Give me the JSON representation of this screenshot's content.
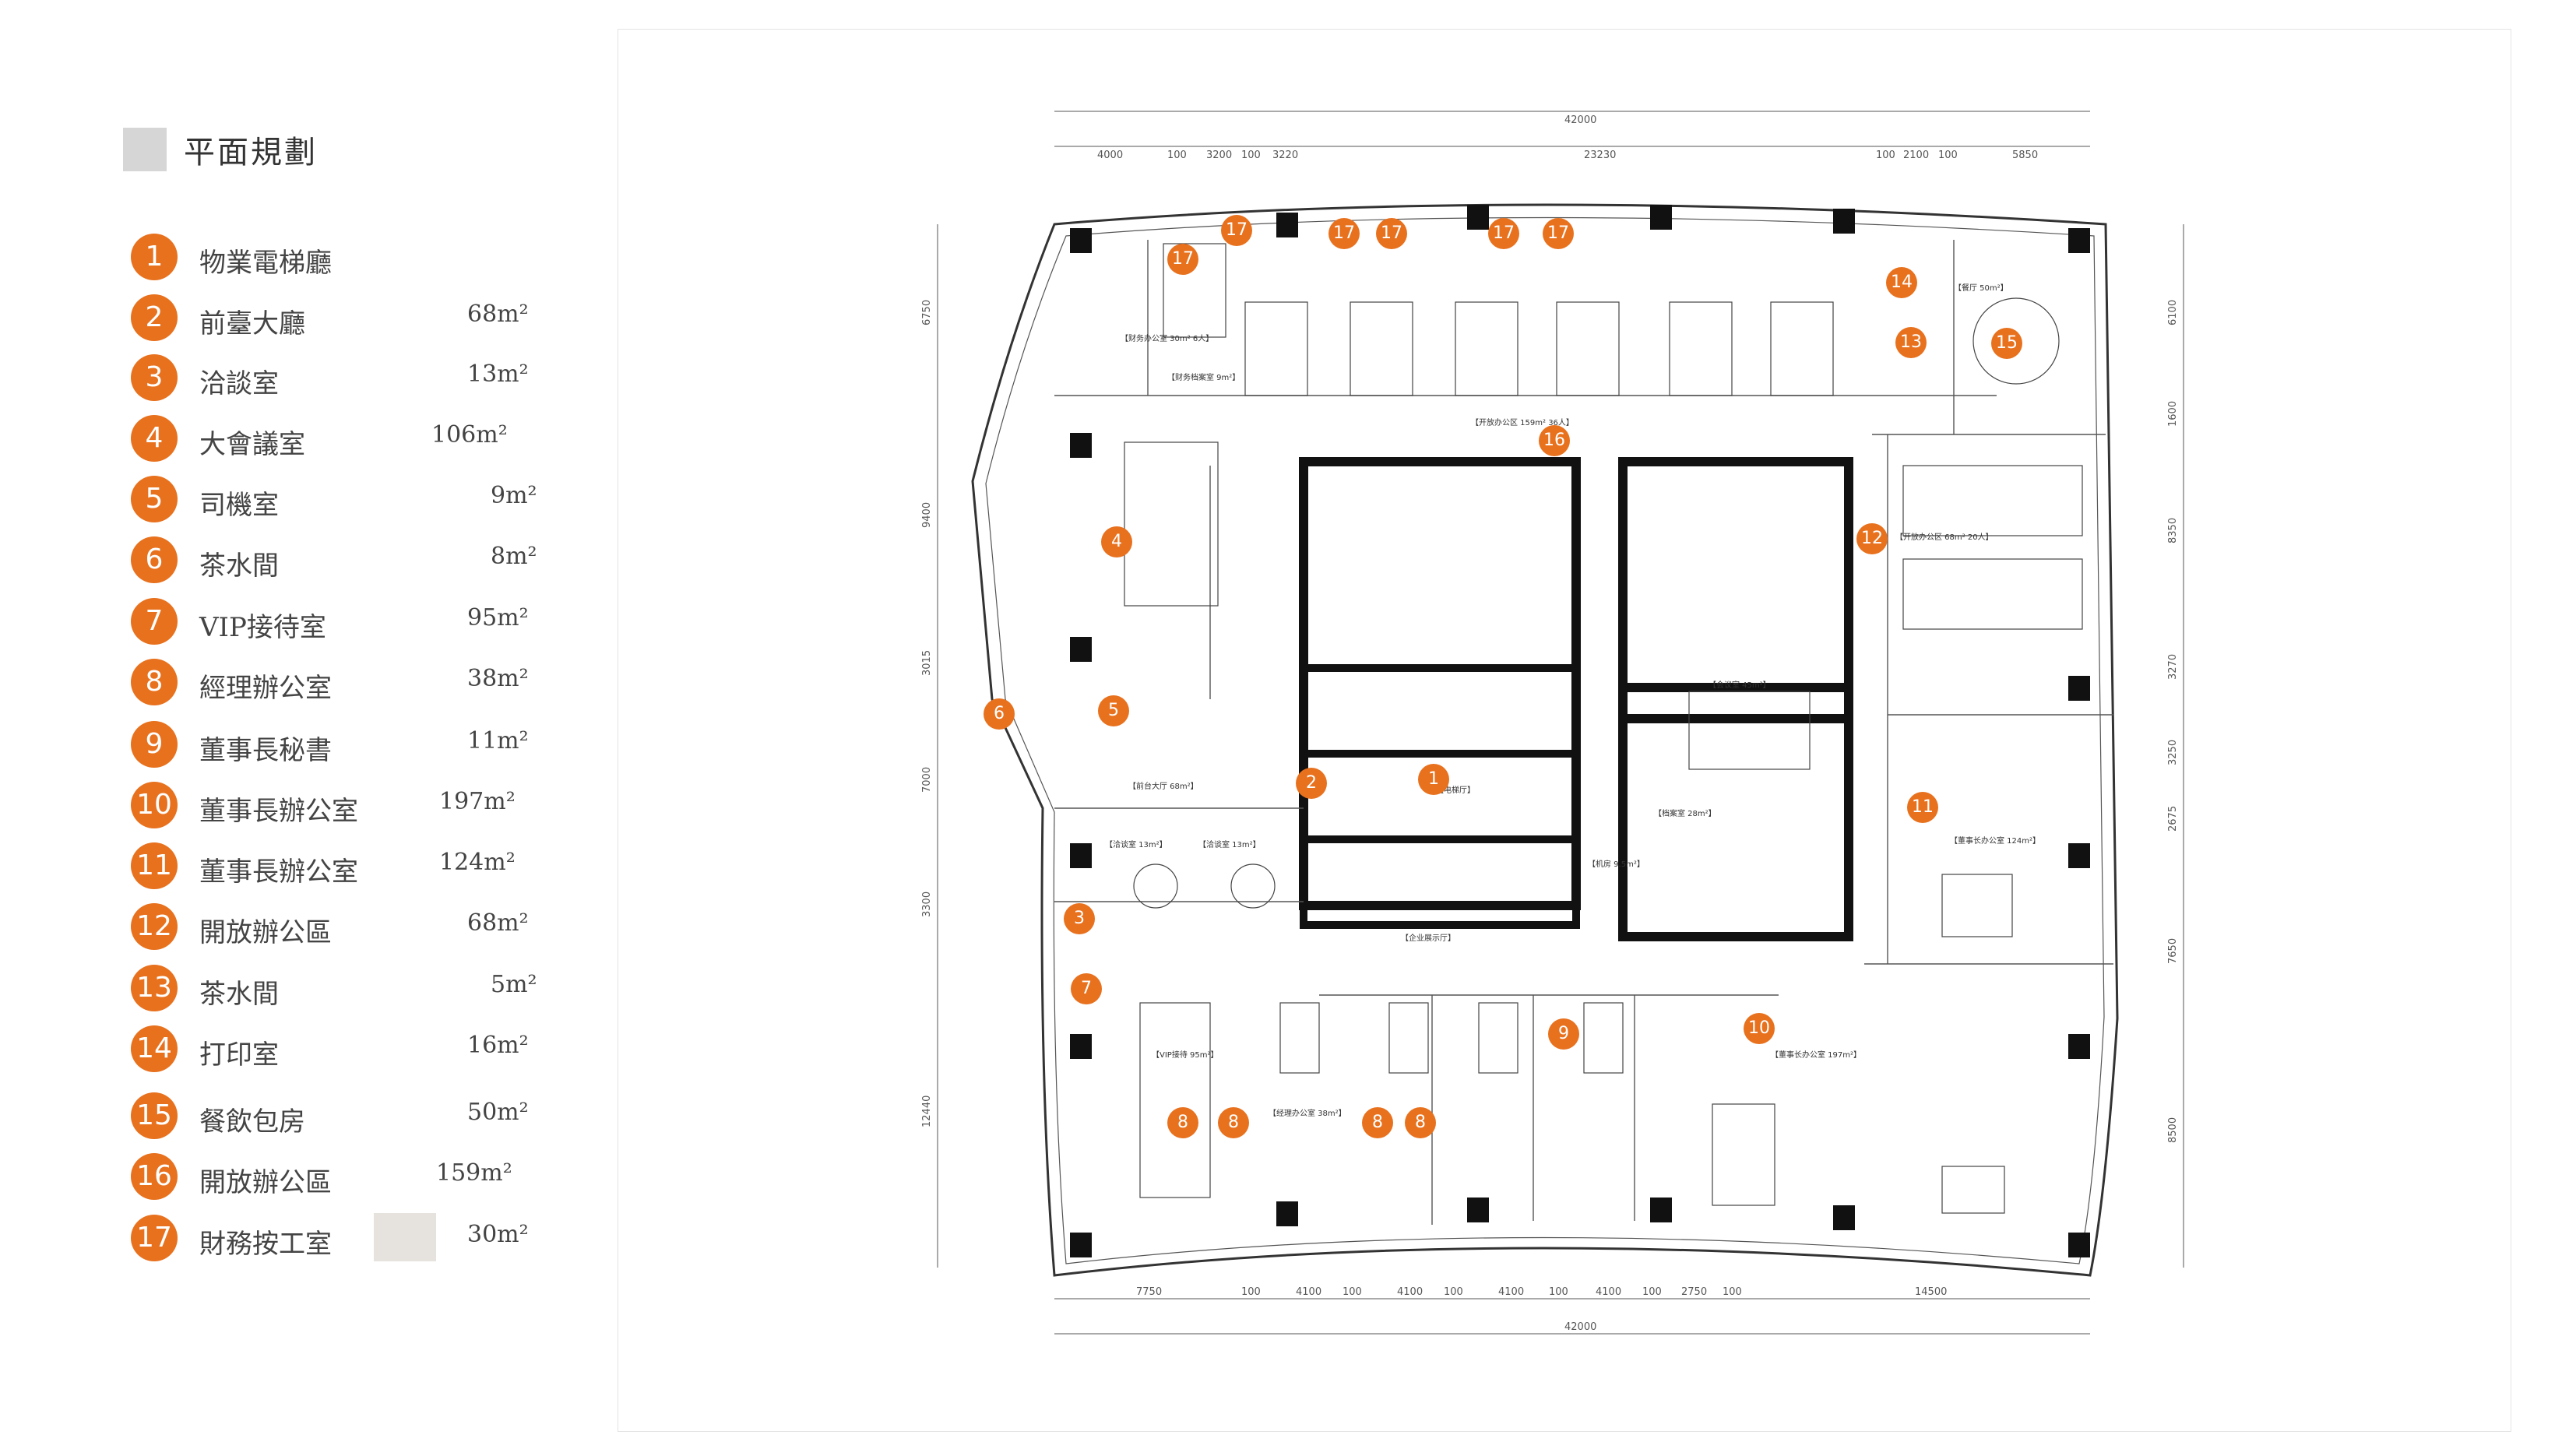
{
  "legend": {
    "title": "平面規劃",
    "items": [
      {
        "num": "1",
        "name": "物業電梯廳",
        "area": ""
      },
      {
        "num": "2",
        "name": "前臺大廳",
        "area": "68m²"
      },
      {
        "num": "3",
        "name": "洽談室",
        "area": "13m²"
      },
      {
        "num": "4",
        "name": "大會議室",
        "area": "106m²"
      },
      {
        "num": "5",
        "name": "司機室",
        "area": "9m²"
      },
      {
        "num": "6",
        "name": "茶水間",
        "area": "8m²"
      },
      {
        "num": "7",
        "name": "VIP接待室",
        "area": "95m²"
      },
      {
        "num": "8",
        "name": "經理辦公室",
        "area": "38m²"
      },
      {
        "num": "9",
        "name": "董事長秘書",
        "area": "11m²"
      },
      {
        "num": "10",
        "name": "董事長辦公室",
        "area": "197m²"
      },
      {
        "num": "11",
        "name": "董事長辦公室",
        "area": "124m²"
      },
      {
        "num": "12",
        "name": "開放辦公區",
        "area": "68m²"
      },
      {
        "num": "13",
        "name": "茶水間",
        "area": "5m²"
      },
      {
        "num": "14",
        "name": "打印室",
        "area": "16m²"
      },
      {
        "num": "15",
        "name": "餐飲包房",
        "area": "50m²"
      },
      {
        "num": "16",
        "name": "開放辦公區",
        "area": "159m²"
      },
      {
        "num": "17",
        "name": "財務按工室",
        "area": "30m²"
      }
    ]
  },
  "plan": {
    "dims_top_total": "42000",
    "dims_top": [
      "4000",
      "100",
      "3200",
      "100",
      "3220",
      "23230",
      "100",
      "2100",
      "100",
      "5850"
    ],
    "dims_bottom_total": "42000",
    "dims_bottom": [
      "7750",
      "100",
      "4100",
      "100",
      "4100",
      "100",
      "4100",
      "100",
      "4100",
      "100",
      "2750",
      "100",
      "14500"
    ],
    "dims_left": [
      "6750",
      "9400",
      "3015",
      "7000",
      "3300",
      "12440"
    ],
    "dims_right": [
      "6100",
      "1600",
      "8350",
      "3270",
      "3250",
      "2675",
      "7650",
      "8500"
    ],
    "room_labels": {
      "r1": "【电梯厅】",
      "r2": "【前台大厅 68m²】",
      "r3a": "【洽谈室 13m²】",
      "r3b": "【洽谈室 13m²】",
      "r7": "【VIP接待 95m²】",
      "r8": "【经理办公室 38m²】",
      "r10": "【董事长办公室 197m²】",
      "r11": "【董事长办公室 124m²】",
      "r12": "【开放办公区 68m² 20人】",
      "r15": "【餐厅 50m²】",
      "r16": "【开放办公区 159m² 36人】",
      "meeting": "【会议室 45m²】",
      "archive": "【档案室 28m²】",
      "fin": "【财务办公室 30m² 6人】",
      "fin2": "【财务档案室 9m²】",
      "showcase": "【企业展示厅】",
      "machine": "【机房 9.5m²】"
    }
  }
}
